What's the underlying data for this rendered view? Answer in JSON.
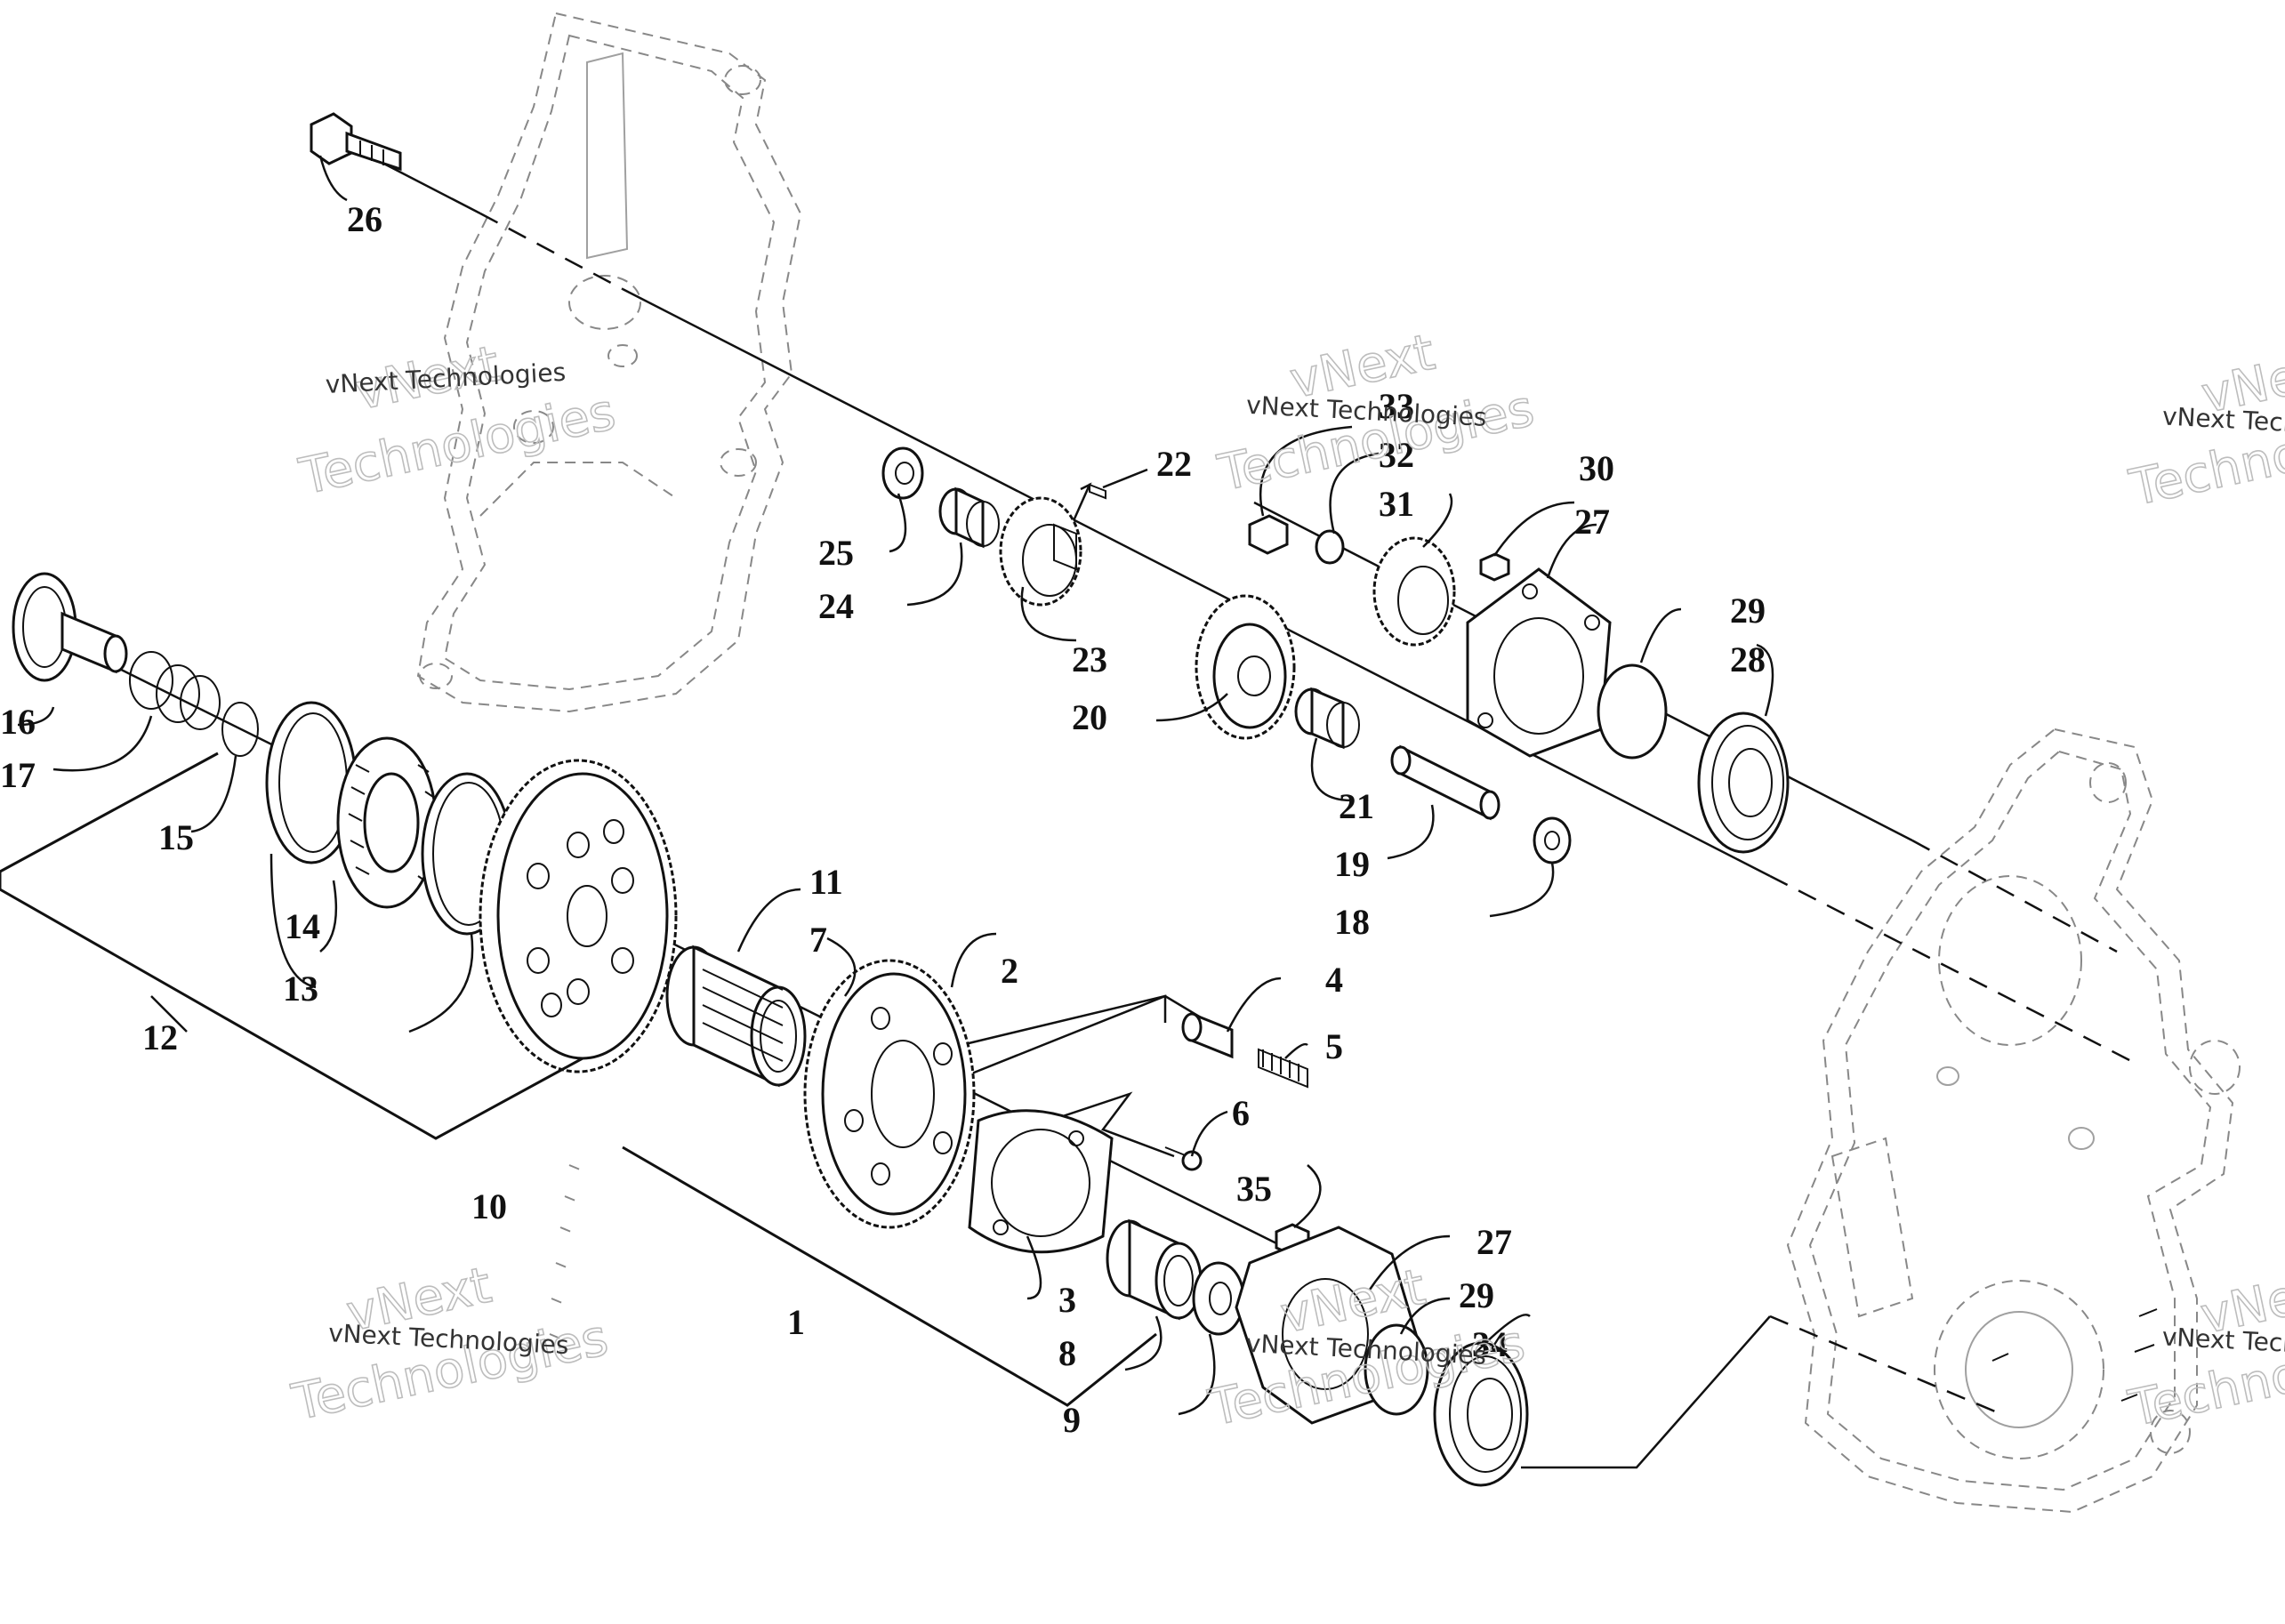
{
  "callouts": {
    "c1": "1",
    "c2": "2",
    "c3": "3",
    "c4": "4",
    "c5": "5",
    "c6": "6",
    "c7": "7",
    "c8": "8",
    "c9": "9",
    "c10": "10",
    "c11": "11",
    "c12": "12",
    "c13": "13",
    "c14": "14",
    "c15": "15",
    "c16": "16",
    "c17": "17",
    "c18": "18",
    "c19": "19",
    "c20": "20",
    "c21": "21",
    "c22": "22",
    "c23": "23",
    "c24": "24",
    "c25": "25",
    "c26": "26",
    "c27a": "27",
    "c27b": "27",
    "c28": "28",
    "c29a": "29",
    "c29b": "29",
    "c30": "30",
    "c31": "31",
    "c32": "32",
    "c33": "33",
    "c34": "34",
    "c35": "35"
  },
  "watermark": {
    "line1": "vNext",
    "line2": "Technologies",
    "caption": "vNext Technologies"
  },
  "colors": {
    "ink": "#111111",
    "ghost": "#888888",
    "watermark": "#bdbdbd"
  }
}
